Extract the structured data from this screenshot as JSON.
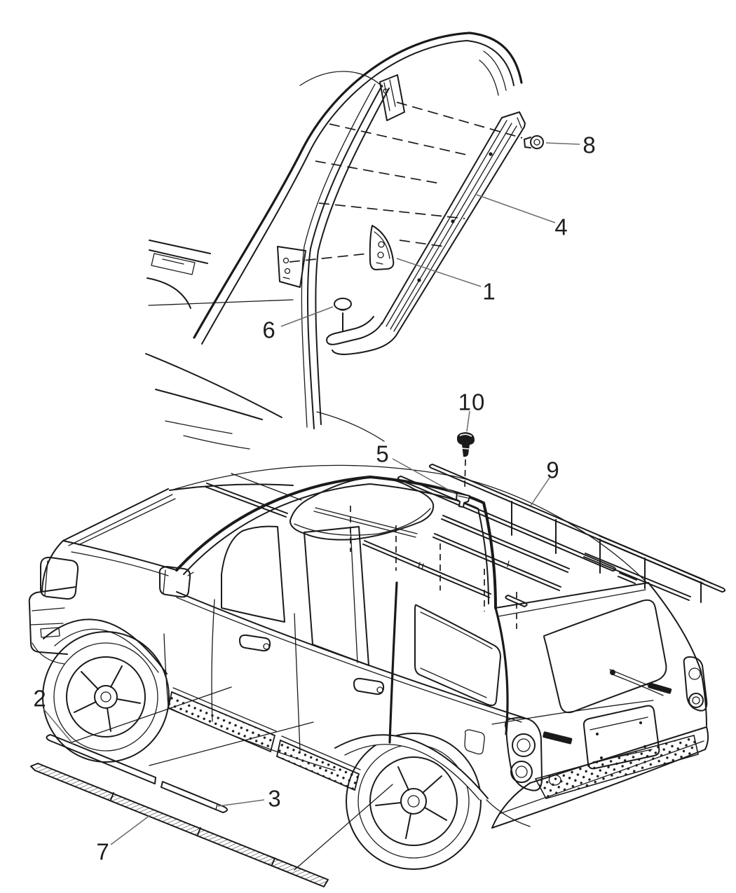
{
  "figure": {
    "type": "exploded-parts-line-diagram",
    "views": {
      "detail_view": "door-pillar-applique-close-up",
      "vehicle_view": "suv-three-quarter-view-with-roof-and-body-side-mouldings"
    }
  },
  "colors": {
    "line": "#1a1a1a",
    "leader": "#6b6b6b",
    "background": "#ffffff"
  },
  "callouts": [
    {
      "num": "1",
      "part": "sail-panel-applique"
    },
    {
      "num": "2",
      "part": "front-door-body-side-moulding"
    },
    {
      "num": "3",
      "part": "rear-door-body-side-moulding"
    },
    {
      "num": "4",
      "part": "b-pillar-applique-moulding"
    },
    {
      "num": "5",
      "part": "roof-moulding-clip"
    },
    {
      "num": "6",
      "part": "push-pin-fastener"
    },
    {
      "num": "7",
      "part": "sill-moulding"
    },
    {
      "num": "8",
      "part": "retainer-clip"
    },
    {
      "num": "9",
      "part": "roof-moulding-rail"
    },
    {
      "num": "10",
      "part": "push-pin-fastener"
    }
  ]
}
